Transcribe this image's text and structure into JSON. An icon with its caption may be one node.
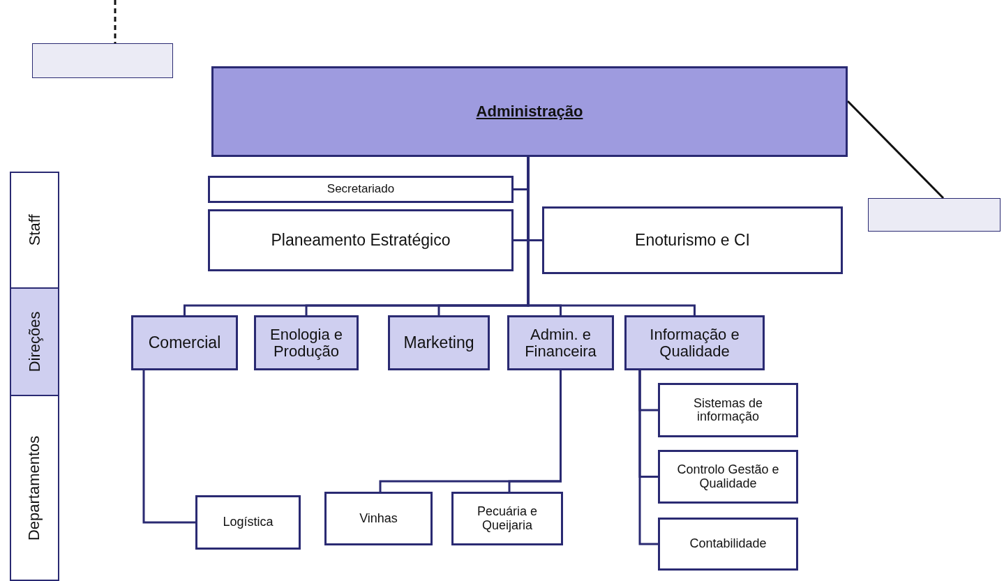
{
  "diagram": {
    "nodes": [
      {
        "text": [],
        "shape": "box"
      },
      {
        "text": [
          "Administração"
        ]
      },
      {
        "text": [],
        "shape": "box"
      },
      {
        "text": [
          "Secretariado"
        ]
      },
      {
        "text": [
          "Planeamento Estratégico"
        ]
      },
      {
        "text": [
          "Enoturismo e CI"
        ]
      },
      {
        "text": [
          "Comercial"
        ]
      },
      {
        "text": [
          "Enologia e Produção"
        ]
      },
      {
        "text": [
          "Marketing"
        ]
      },
      {
        "text": [
          "Admin. e Financeira"
        ]
      },
      {
        "text": [
          "Informação e Qualidade"
        ]
      },
      {
        "text": [
          "Sistemas de informação"
        ]
      },
      {
        "text": [
          "Controlo Gestão e Qualidade"
        ]
      },
      {
        "text": [
          "Contabilidade"
        ]
      },
      {
        "text": [
          "Logística"
        ]
      },
      {
        "text": [
          "Vinhas"
        ]
      },
      {
        "text": [
          "Pecuária e Queijaria"
        ]
      },
      {
        "text": [
          "Staff"
        ]
      },
      {
        "text": [
          "Direções"
        ]
      },
      {
        "text": [
          "Departamentos"
        ]
      }
    ],
    "edges": [
      {
        "from": null,
        "to": 0,
        "arrow": "none",
        "style": "dashed",
        "color": "#111111"
      },
      {
        "from": 1,
        "to": 2,
        "arrow": "none",
        "color": "#111111"
      },
      {
        "from": 1,
        "to": 3,
        "arrow": "none"
      },
      {
        "from": 1,
        "to": 4,
        "arrow": "none"
      },
      {
        "from": 1,
        "to": 5,
        "arrow": "none"
      },
      {
        "from": 1,
        "to": 6,
        "arrow": "none"
      },
      {
        "from": 1,
        "to": 7,
        "arrow": "none"
      },
      {
        "from": 1,
        "to": 8,
        "arrow": "none"
      },
      {
        "from": 1,
        "to": 9,
        "arrow": "none"
      },
      {
        "from": 1,
        "to": 10,
        "arrow": "none"
      },
      {
        "from": 10,
        "to": 11,
        "arrow": "none"
      },
      {
        "from": 10,
        "to": 12,
        "arrow": "none"
      },
      {
        "from": 10,
        "to": 13,
        "arrow": "none"
      },
      {
        "from": 6,
        "to": 14,
        "arrow": "none"
      },
      {
        "from": 9,
        "to": 15,
        "arrow": "none"
      },
      {
        "from": 9,
        "to": 16,
        "arrow": "none"
      }
    ]
  }
}
